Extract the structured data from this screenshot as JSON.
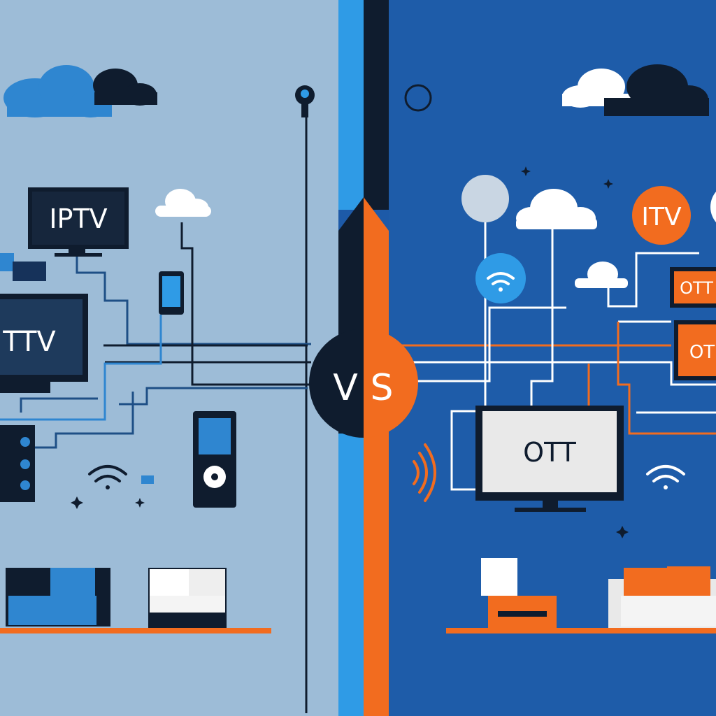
{
  "left": {
    "tv_top_label": "IPTV",
    "tv_big_label": "TTV"
  },
  "center": {
    "vs_v": "V",
    "vs_s": "S"
  },
  "right": {
    "badge_label": "ITV",
    "tv_main_label": "OTT",
    "tv_small_1_label": "OTT",
    "tv_small_2_label": "OT"
  },
  "colors": {
    "left_bg": "#9dbcd7",
    "right_bg": "#1e5ca9",
    "accent_orange": "#f26c1f",
    "accent_blue": "#2f9be6",
    "navy": "#0f1c2e"
  }
}
